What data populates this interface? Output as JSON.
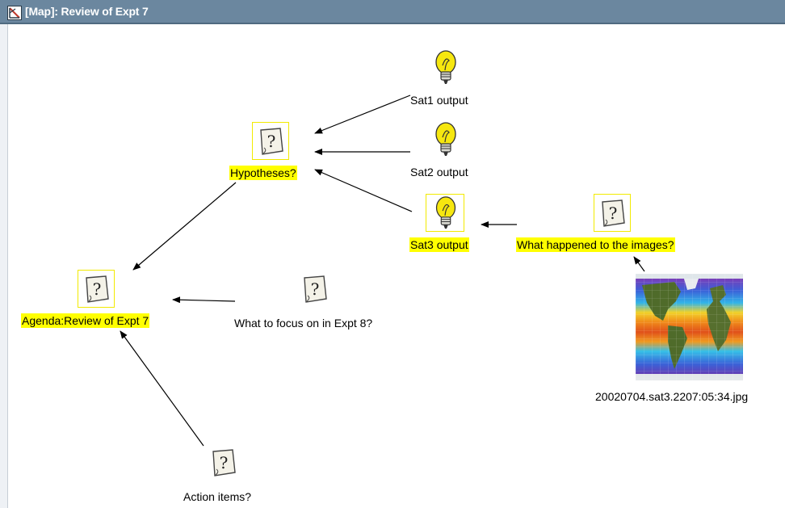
{
  "window": {
    "title": "[Map]: Review of Expt 7",
    "icon": "map-window-icon"
  },
  "colors": {
    "titlebar": "#6b879f",
    "selection": "#ffff00",
    "link": "#000000"
  },
  "nodes": {
    "sat1": {
      "label": "Sat1 output",
      "icon": "lightbulb-icon",
      "type": "idea"
    },
    "sat2": {
      "label": "Sat2 output",
      "icon": "lightbulb-icon",
      "type": "idea"
    },
    "sat3": {
      "label": "Sat3 output",
      "icon": "lightbulb-icon",
      "type": "idea",
      "selected": true
    },
    "hypotheses": {
      "label": "Hypotheses?",
      "icon": "question-note-icon",
      "type": "question",
      "selected": true
    },
    "what_happened": {
      "label": "What happened to the images?",
      "icon": "question-note-icon",
      "type": "question",
      "selected": true
    },
    "agenda": {
      "label": "Agenda:Review of Expt 7",
      "icon": "question-note-icon",
      "type": "question",
      "selected": true
    },
    "focus": {
      "label": "What to focus on in Expt 8?",
      "icon": "question-note-icon",
      "type": "question"
    },
    "actions": {
      "label": "Action items?",
      "icon": "question-note-icon",
      "type": "question"
    },
    "image": {
      "label": "20020704.sat3.2207:05:34.jpg",
      "icon": "ocean-temperature-map-thumbnail",
      "type": "reference"
    }
  },
  "links": [
    {
      "from": "sat1",
      "to": "hypotheses"
    },
    {
      "from": "sat2",
      "to": "hypotheses"
    },
    {
      "from": "sat3",
      "to": "hypotheses"
    },
    {
      "from": "what_happened",
      "to": "sat3"
    },
    {
      "from": "image",
      "to": "what_happened"
    },
    {
      "from": "hypotheses",
      "to": "agenda"
    },
    {
      "from": "focus",
      "to": "agenda"
    },
    {
      "from": "actions",
      "to": "agenda"
    }
  ]
}
